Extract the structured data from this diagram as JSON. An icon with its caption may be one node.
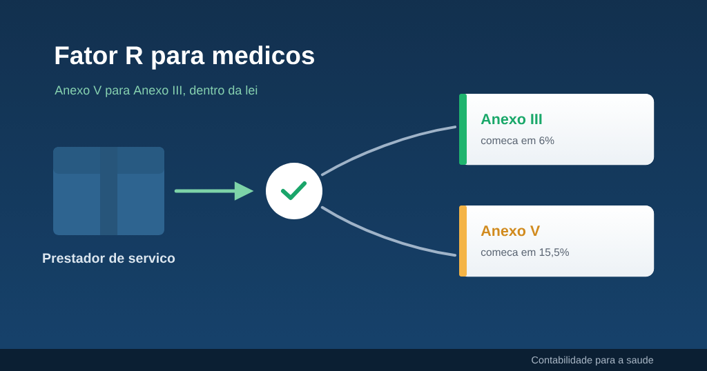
{
  "diagram": {
    "title": "Fator R para medicos",
    "nodes": [
      {
        "text": [],
        "shape": "box",
        "beside": [
          "Prestador de servico"
        ]
      },
      {
        "text": [],
        "shape": "circle"
      },
      {
        "text": [
          "Anexo III",
          "comeca em 6%"
        ]
      },
      {
        "text": [
          "Anexo V",
          "comeca em 15,5%"
        ]
      }
    ],
    "edges": [
      {
        "from": 0,
        "to": 1,
        "arrow": "to",
        "color": "#7dd3a8"
      },
      {
        "from": 1,
        "to": 2,
        "arrow": "none"
      },
      {
        "from": 1,
        "to": 3,
        "arrow": "none"
      }
    ],
    "labels": [
      "Anexo V para Anexo III, dentro da lei",
      "Contabilidade para a saude"
    ]
  }
}
